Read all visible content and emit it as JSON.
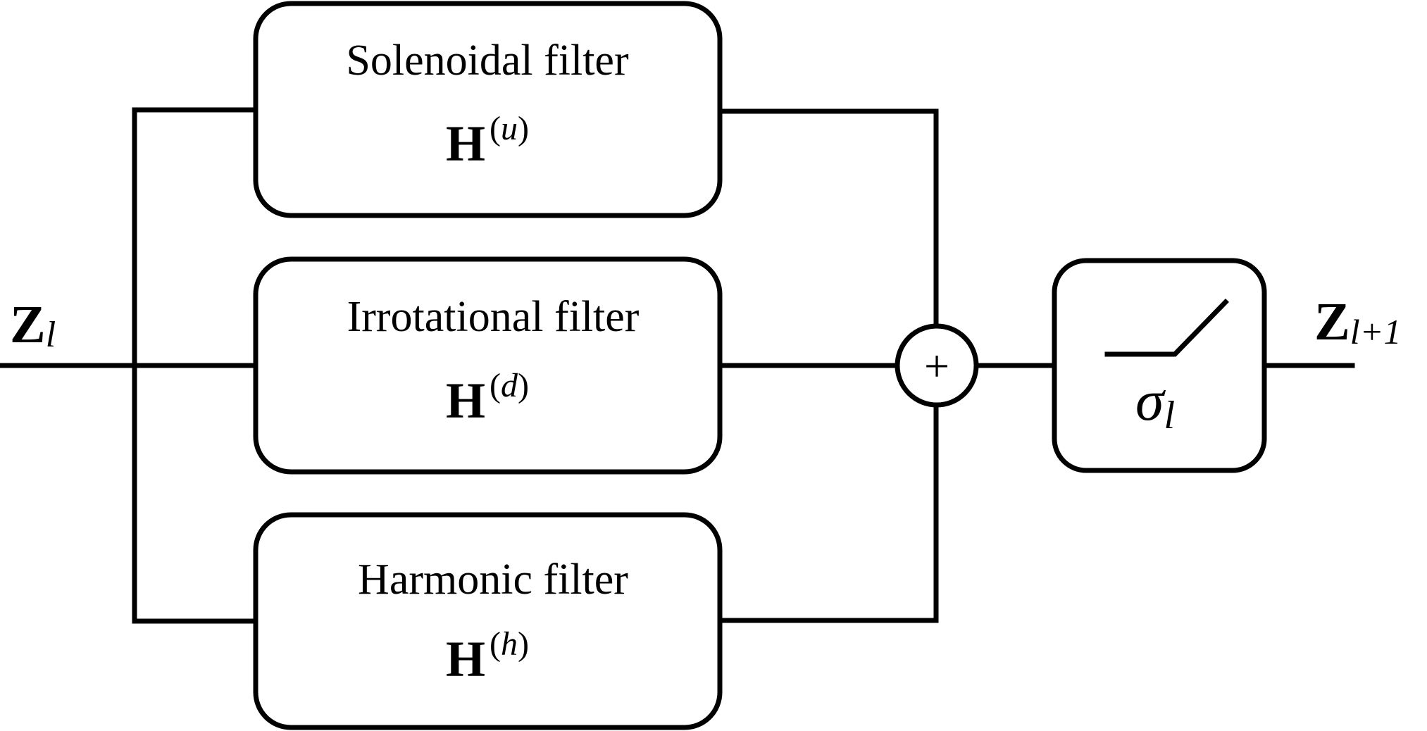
{
  "input": {
    "symbol": "Z",
    "subscript": "l"
  },
  "output": {
    "symbol": "Z",
    "subscript": "l+1"
  },
  "filters": [
    {
      "name": "Solenoidal filter",
      "operator": "H",
      "superscript": "u"
    },
    {
      "name": "Irrotational filter",
      "operator": "H",
      "superscript": "d"
    },
    {
      "name": "Harmonic filter",
      "operator": "H",
      "superscript": "h"
    }
  ],
  "sum_node": {
    "symbol": "+"
  },
  "activation": {
    "symbol": "σ",
    "subscript": "l"
  }
}
